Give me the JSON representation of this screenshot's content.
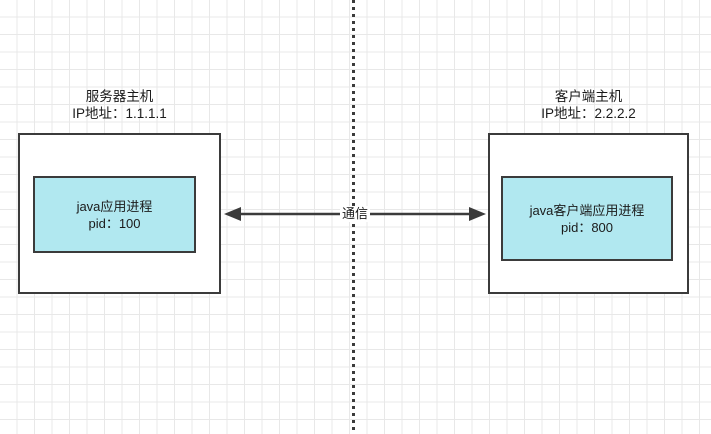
{
  "diagram": {
    "title_hidden": "",
    "colors": {
      "process_fill": "#b1e8f0",
      "stroke": "#3b3b3b",
      "grid_minor": "#e8e8e8",
      "grid_major": "#dedede",
      "background": "#ffffff"
    },
    "server": {
      "host_name": "服务器主机",
      "host_ip": "IP地址：1.1.1.1",
      "process_name": "java应用进程",
      "process_pid": "pid：100"
    },
    "client": {
      "host_name": "客户端主机",
      "host_ip": "IP地址：2.2.2.2",
      "process_name": "java客户端应用进程",
      "process_pid": "pid：800"
    },
    "connection": {
      "label": "通信",
      "arrow_type": "double-headed"
    },
    "separator": {
      "orientation": "vertical",
      "style": "dashed"
    }
  }
}
